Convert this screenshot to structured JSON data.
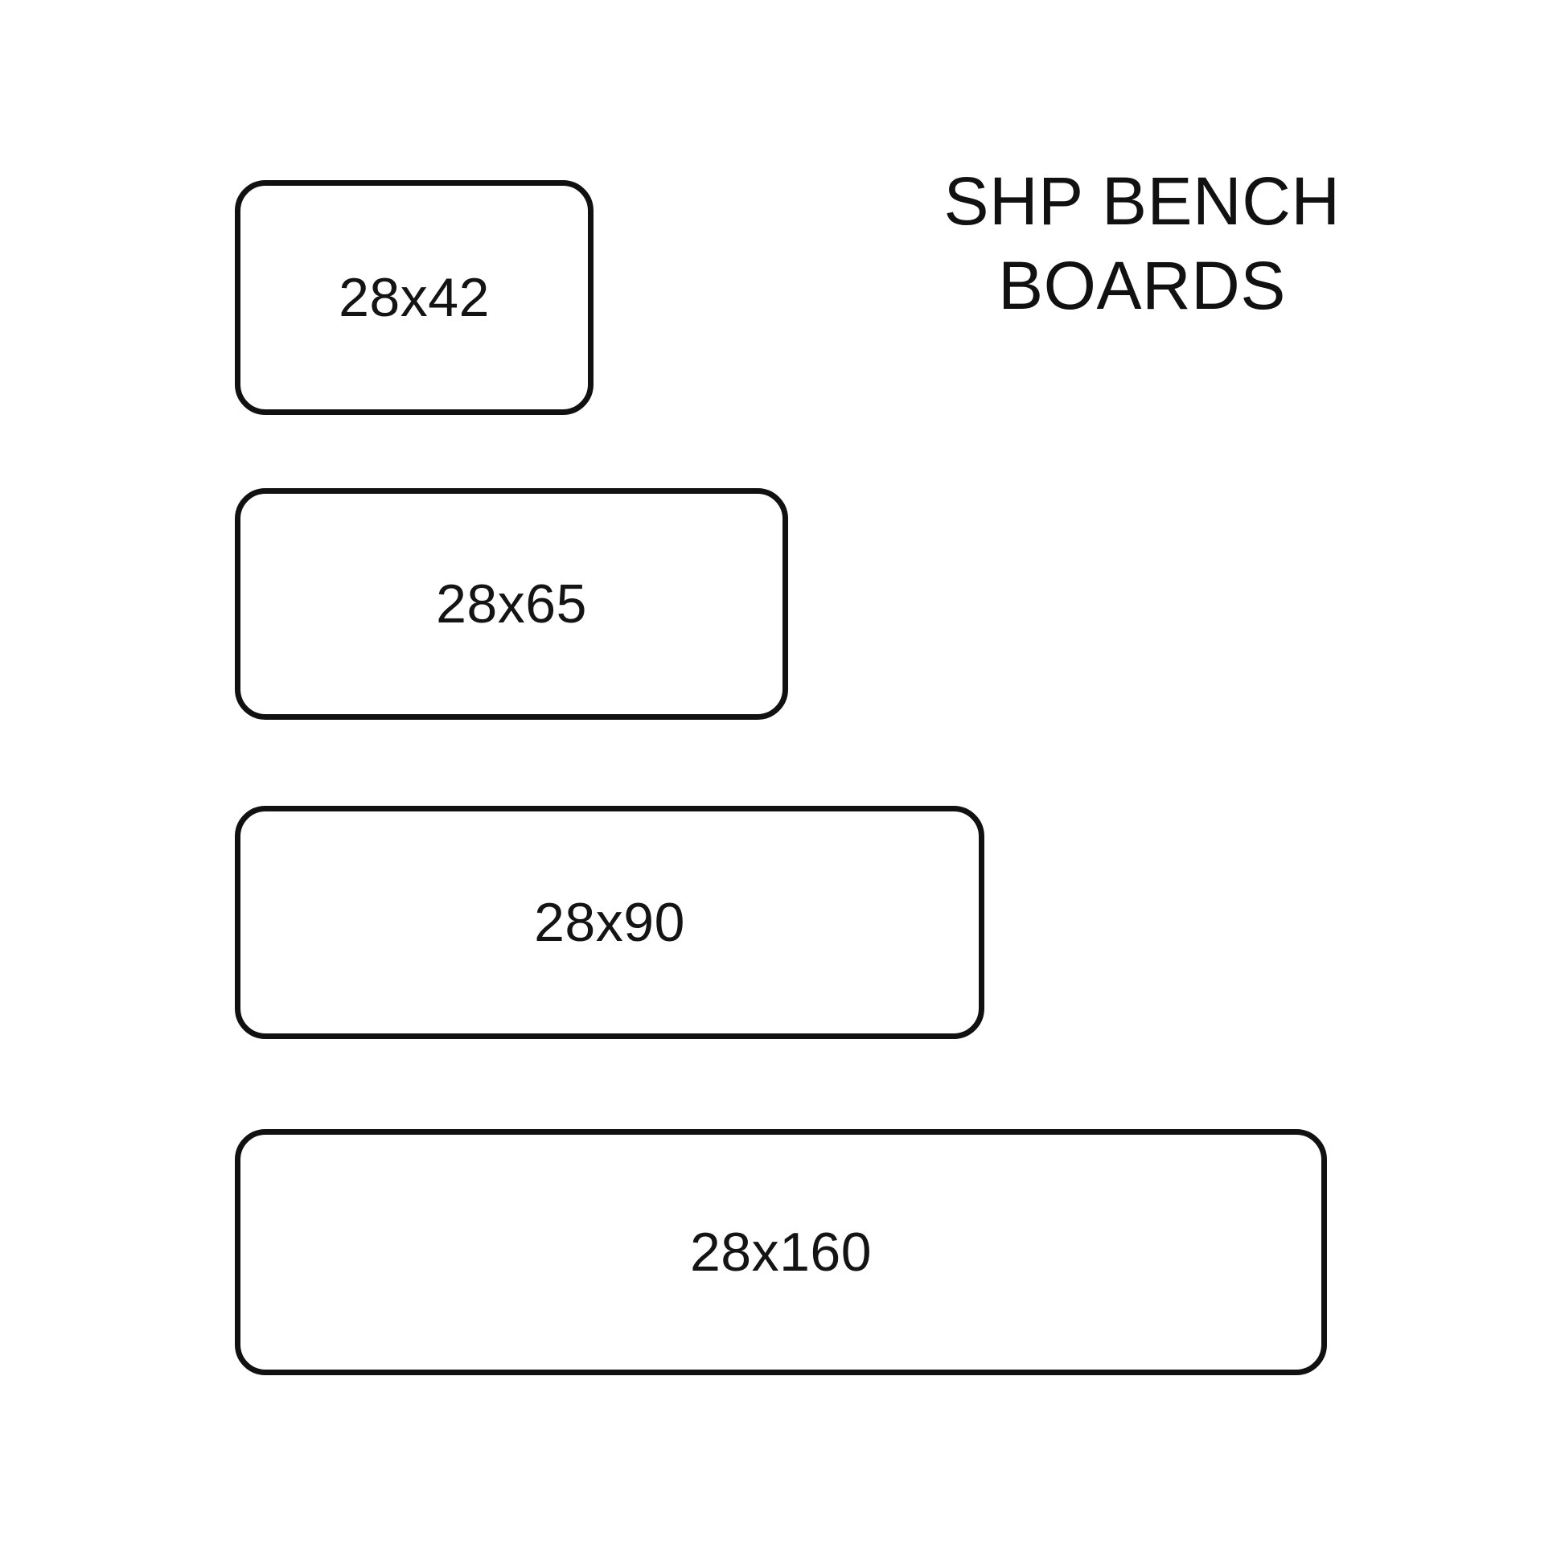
{
  "title": {
    "line1": "SHP BENCH",
    "line2": "BOARDS"
  },
  "boards": [
    {
      "label": "28x42"
    },
    {
      "label": "28x65"
    },
    {
      "label": "28x90"
    },
    {
      "label": "28x160"
    }
  ],
  "colors": {
    "background": "#ffffff",
    "stroke": "#111111",
    "text": "#141414"
  }
}
